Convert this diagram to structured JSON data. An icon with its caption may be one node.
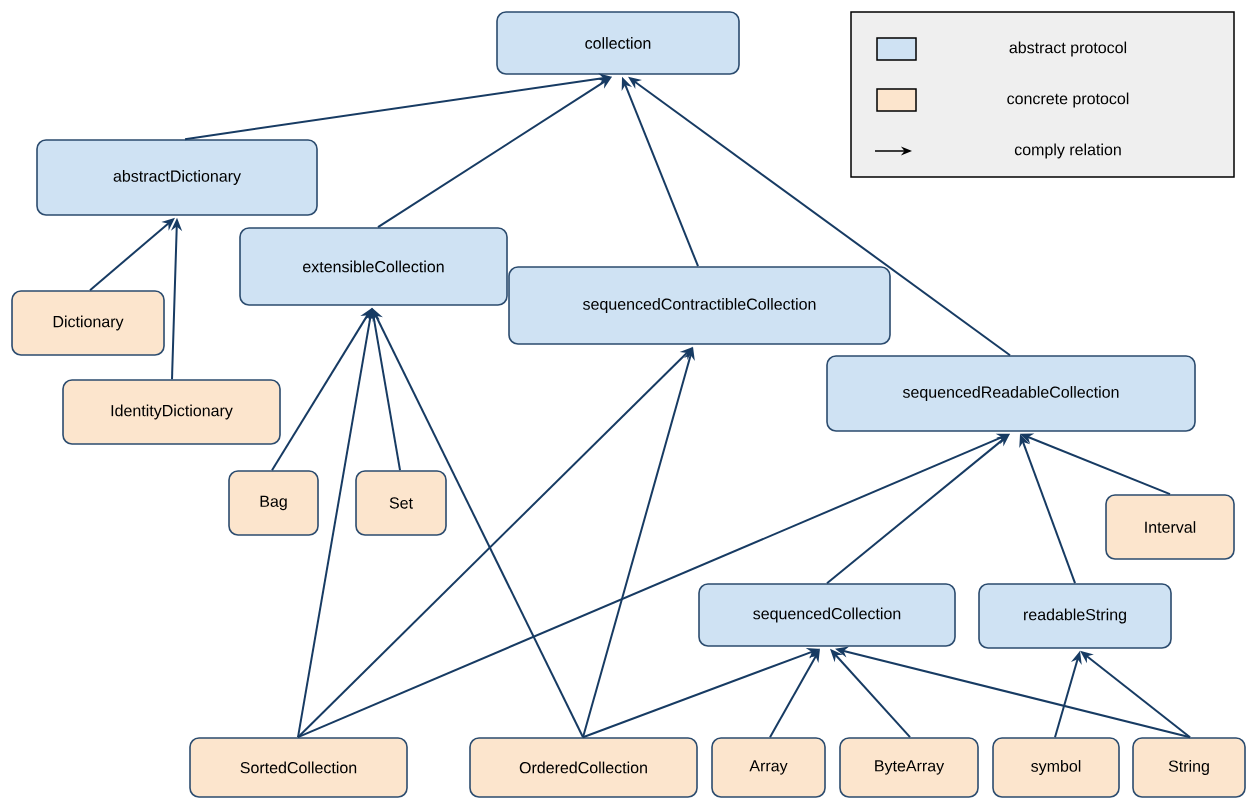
{
  "diagram": {
    "nodes": [
      {
        "text": [
          "collection"
        ]
      },
      {
        "text": [
          "abstractDictionary"
        ]
      },
      {
        "text": [
          "extensibleCollection"
        ]
      },
      {
        "text": [
          "sequencedContractibleCollection"
        ]
      },
      {
        "text": [
          "sequencedReadableCollection"
        ]
      },
      {
        "text": [
          "Dictionary"
        ]
      },
      {
        "text": [
          "IdentityDictionary"
        ]
      },
      {
        "text": [
          "Bag"
        ]
      },
      {
        "text": [
          "Set"
        ]
      },
      {
        "text": [
          "Interval"
        ]
      },
      {
        "text": [
          "sequencedCollection"
        ]
      },
      {
        "text": [
          "readableString"
        ]
      },
      {
        "text": [
          "SortedCollection"
        ]
      },
      {
        "text": [
          "OrderedCollection"
        ]
      },
      {
        "text": [
          "Array"
        ]
      },
      {
        "text": [
          "ByteArray"
        ]
      },
      {
        "text": [
          "symbol"
        ]
      },
      {
        "text": [
          "String"
        ]
      }
    ],
    "edges": [
      {
        "from": 1,
        "to": 0,
        "arrow": "to"
      },
      {
        "from": 2,
        "to": 0,
        "arrow": "to"
      },
      {
        "from": 3,
        "to": 0,
        "arrow": "to"
      },
      {
        "from": 4,
        "to": 0,
        "arrow": "to"
      },
      {
        "from": 5,
        "to": 1,
        "arrow": "to"
      },
      {
        "from": 6,
        "to": 1,
        "arrow": "to"
      },
      {
        "from": 7,
        "to": 2,
        "arrow": "to"
      },
      {
        "from": 8,
        "to": 2,
        "arrow": "to"
      },
      {
        "from": 12,
        "to": 2,
        "arrow": "to"
      },
      {
        "from": 13,
        "to": 2,
        "arrow": "to"
      },
      {
        "from": 12,
        "to": 3,
        "arrow": "to"
      },
      {
        "from": 13,
        "to": 3,
        "arrow": "to"
      },
      {
        "from": 12,
        "to": 4,
        "arrow": "to"
      },
      {
        "from": 10,
        "to": 4,
        "arrow": "to"
      },
      {
        "from": 11,
        "to": 4,
        "arrow": "to"
      },
      {
        "from": 9,
        "to": 4,
        "arrow": "to"
      },
      {
        "from": 13,
        "to": 10,
        "arrow": "to"
      },
      {
        "from": 14,
        "to": 10,
        "arrow": "to"
      },
      {
        "from": 15,
        "to": 10,
        "arrow": "to"
      },
      {
        "from": 17,
        "to": 10,
        "arrow": "to"
      },
      {
        "from": 16,
        "to": 11,
        "arrow": "to"
      },
      {
        "from": 17,
        "to": 11,
        "arrow": "to"
      }
    ],
    "legend": [
      {
        "text": "abstract protocol",
        "color": "#cfe2f3"
      },
      {
        "text": "concrete protocol",
        "color": "#fce5cd"
      },
      {
        "text": "comply relation"
      }
    ]
  }
}
